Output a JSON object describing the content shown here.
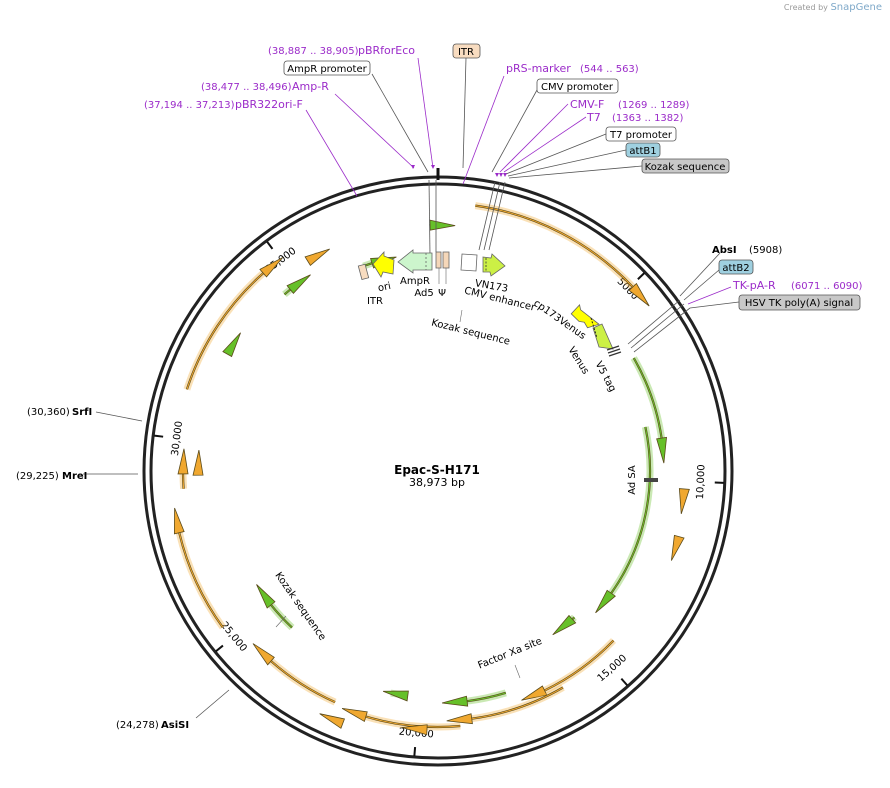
{
  "credit": {
    "prefix": "Created by",
    "brand": "SnapGene"
  },
  "plasmid": {
    "name": "Epac-S-H171",
    "size_label": "38,973 bp",
    "length": 38973
  },
  "colors": {
    "orange_feature": "#f0a830",
    "green_feature": "#66c029",
    "feature_edge": "#5a4a1a",
    "purple_label": "#9b2bc9",
    "ori_fill": "#ffff00",
    "ampr_fill": "#ccf5cc",
    "ad5_fill": "#f5d7b9",
    "attb_fill": "#9fd0e0",
    "grey_fill": "#c8c8c8",
    "itr_fill": "#f8dcc0"
  },
  "ticks": [
    {
      "label": "5000",
      "pos": 5000
    },
    {
      "label": "10,000",
      "pos": 10000
    },
    {
      "label": "15,000",
      "pos": 15000
    },
    {
      "label": "20,000",
      "pos": 20000
    },
    {
      "label": "25,000",
      "pos": 25000
    },
    {
      "label": "30,000",
      "pos": 30000
    },
    {
      "label": "35,000",
      "pos": 35000
    }
  ],
  "top_labels": [
    {
      "name": "pBRforEco",
      "range": "(38,887 .. 38,905)",
      "style": "primer"
    },
    {
      "name": "ITR",
      "style": "box-itr"
    },
    {
      "name": "AmpR promoter",
      "style": "box"
    },
    {
      "name": "pRS-marker",
      "range": "(544 .. 563)",
      "style": "primer"
    },
    {
      "name": "Amp-R",
      "range": "(38,477 .. 38,496)",
      "style": "primer"
    },
    {
      "name": "CMV promoter",
      "style": "box"
    },
    {
      "name": "CMV-F",
      "range": "(1269 .. 1289)",
      "style": "primer"
    },
    {
      "name": "pBR322ori-F",
      "range": "(37,194 .. 37,213)",
      "style": "primer"
    },
    {
      "name": "T7",
      "range": "(1363 .. 1382)",
      "style": "primer"
    },
    {
      "name": "T7 promoter",
      "style": "box"
    },
    {
      "name": "attB1",
      "style": "box-attb"
    },
    {
      "name": "Kozak sequence",
      "style": "box-grey"
    }
  ],
  "right_labels": [
    {
      "name": "AbsI",
      "range": "(5908)",
      "style": "enzyme"
    },
    {
      "name": "attB2",
      "style": "box-attb"
    },
    {
      "name": "TK-pA-R",
      "range": "(6071 .. 6090)",
      "style": "primer"
    },
    {
      "name": "HSV TK poly(A) signal",
      "style": "box-grey"
    }
  ],
  "left_enzymes": [
    {
      "name": "SrfI",
      "range": "(30,360)"
    },
    {
      "name": "MreI",
      "range": "(29,225)"
    },
    {
      "name": "AsiSI",
      "range": "(24,278)"
    }
  ],
  "inner_labels": {
    "ori": "ori",
    "itr": "ITR",
    "ampr": "AmpR",
    "ad5": "Ad5",
    "psi": "Ψ",
    "vn173": "VN173",
    "cmv_enhancer": "CMV enhancer",
    "kozak_top": "Kozak sequence",
    "cp173venus": "cp173Venus",
    "venus": "Venus",
    "v5tag": "V5 tag",
    "ad_sa": "Ad SA",
    "kozak_left": "Kozak sequence",
    "factor_xa": "Factor Xa site"
  }
}
